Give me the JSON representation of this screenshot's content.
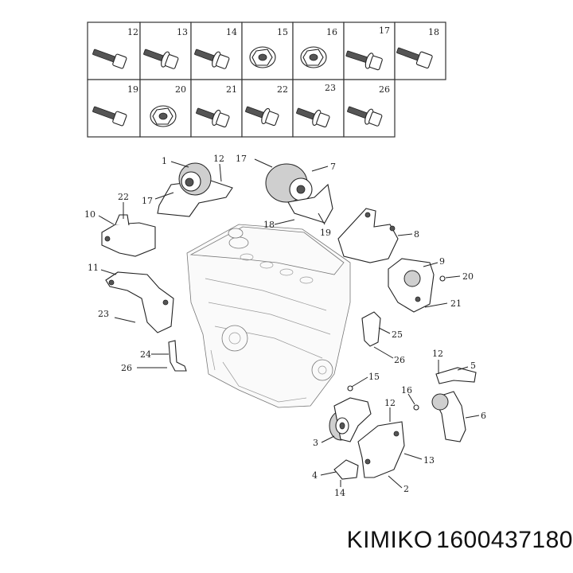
{
  "fastener_grid": {
    "row1": [
      "12",
      "13",
      "14",
      "15",
      "16",
      "17",
      "18"
    ],
    "row2": [
      "19",
      "20",
      "21",
      "22",
      "23",
      "26"
    ]
  },
  "callouts": {
    "c1": "1",
    "c12a": "12",
    "c17a": "17",
    "c17b": "17",
    "c7": "7",
    "c18": "18",
    "c19": "19",
    "c22": "22",
    "c10": "10",
    "c8": "8",
    "c9": "9",
    "c20": "20",
    "c21": "21",
    "c11": "11",
    "c23": "23",
    "c24": "24",
    "c26a": "26",
    "c25": "25",
    "c26b": "26",
    "c12b": "12",
    "c5": "5",
    "c16": "16",
    "c6": "6",
    "c15": "15",
    "c3": "3",
    "c12c": "12",
    "c13": "13",
    "c4": "4",
    "c14": "14",
    "c2": "2"
  },
  "caption": {
    "brand": "KIMIKO",
    "part_number": "1600437180"
  }
}
